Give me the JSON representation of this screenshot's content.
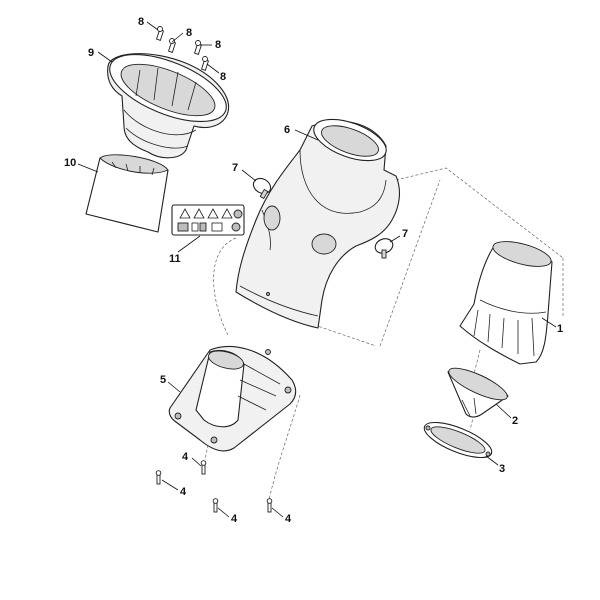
{
  "callouts": {
    "c1": "1",
    "c2": "2",
    "c3": "3",
    "c4a": "4",
    "c4b": "4",
    "c4c": "4",
    "c4d": "4",
    "c5": "5",
    "c6": "6",
    "c7a": "7",
    "c7b": "7",
    "c8a": "8",
    "c8b": "8",
    "c8c": "8",
    "c8d": "8",
    "c9": "9",
    "c10": "10",
    "c11": "11"
  },
  "icons": {
    "warning_label": "warning-label-icon",
    "screw": "screw-icon",
    "knob": "knob-icon"
  }
}
